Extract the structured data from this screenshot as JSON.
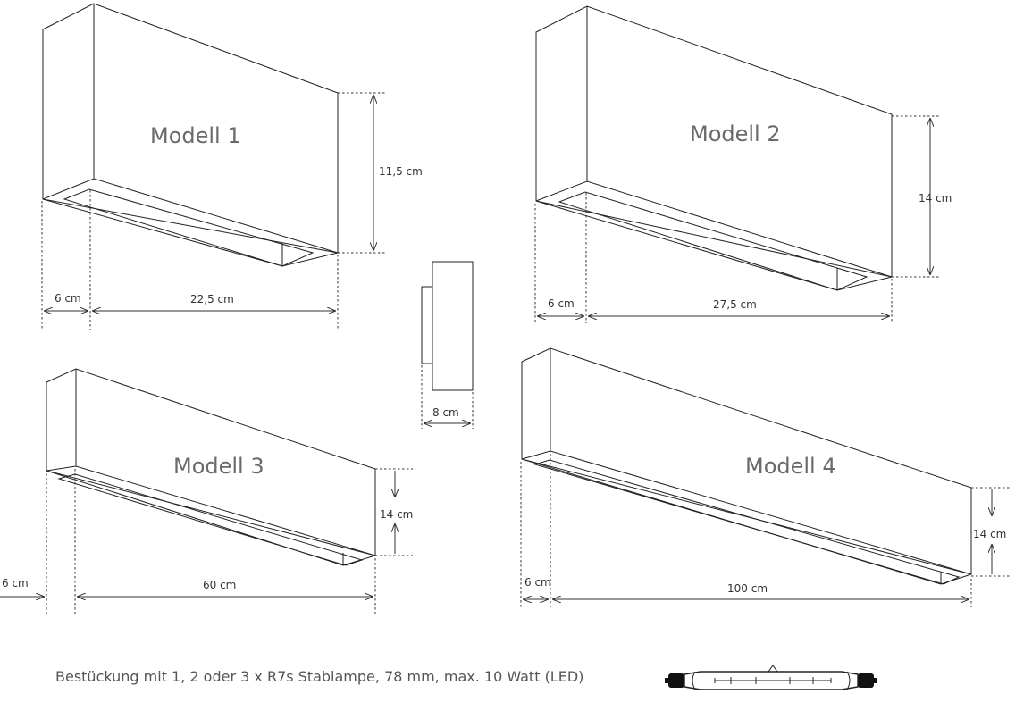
{
  "models": {
    "m1": {
      "title": "Modell 1",
      "height": "11,5 cm",
      "depth": "6 cm",
      "length": "22,5 cm"
    },
    "m2": {
      "title": "Modell 2",
      "height": "14 cm",
      "depth": "6 cm",
      "length": "27,5 cm"
    },
    "m3": {
      "title": "Modell 3",
      "height": "14 cm",
      "depth": "6 cm",
      "length": "60 cm"
    },
    "m4": {
      "title": "Modell 4",
      "height": "14 cm",
      "depth": "6 cm",
      "length": "100 cm"
    }
  },
  "side_view": {
    "width": "8 cm"
  },
  "caption": "Bestückung mit 1, 2 oder 3 x  R7s Stablampe, 78 mm, max. 10 Watt (LED)",
  "lamp_icon": "r7s-rod-lamp-icon"
}
